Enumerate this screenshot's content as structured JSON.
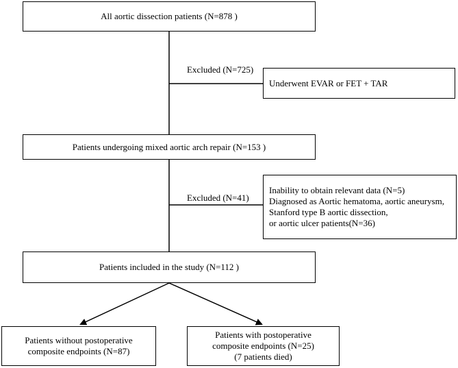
{
  "boxes": {
    "all_patients": "All aortic dissection patients (N=878 )",
    "excluded_reason_1": "Underwent EVAR or FET + TAR",
    "mixed_repair": "Patients undergoing mixed aortic arch repair (N=153 )",
    "excluded_reasons_2": [
      "Inability to obtain relevant data (N=5)",
      "Diagnosed as Aortic hematoma, aortic aneurysm,",
      "Stanford type B aortic dissection,",
      "or aortic ulcer patients(N=36)"
    ],
    "included": "Patients included in the study (N=112 )",
    "without_endpoints": [
      "Patients without postoperative",
      "composite endpoints (N=87)"
    ],
    "with_endpoints": [
      "Patients with postoperative",
      "composite endpoints (N=25)",
      "(7 patients died)"
    ]
  },
  "labels": {
    "excluded_1": "Excluded (N=725)",
    "excluded_2": "Excluded (N=41)"
  }
}
